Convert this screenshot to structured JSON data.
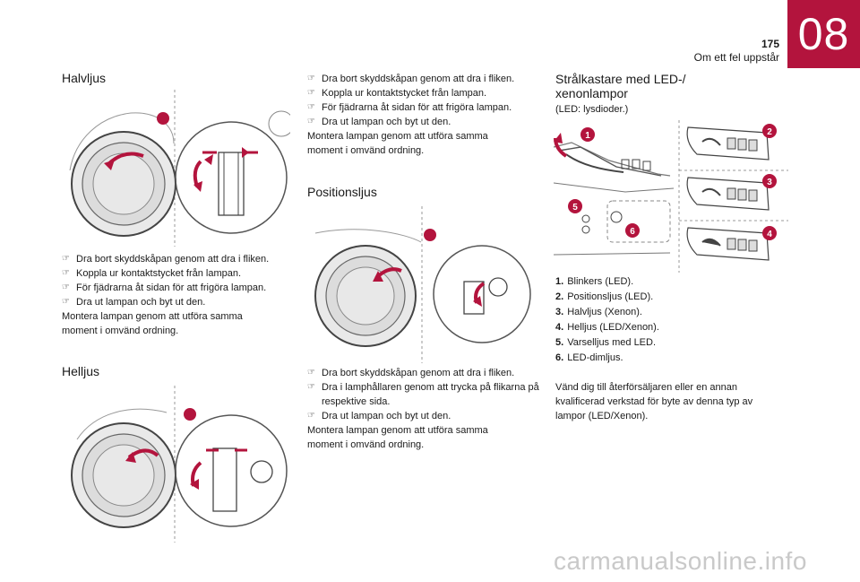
{
  "header": {
    "page_number": "175",
    "chapter_title": "Om ett fel uppstår",
    "chapter_number": "08"
  },
  "halvljus": {
    "title": "Halvljus",
    "steps": [
      "Dra bort skyddskåpan genom att dra i fliken.",
      "Koppla ur kontaktstycket från lampan.",
      "För fjädrarna åt sidan för att frigöra lampan.",
      "Dra ut lampan och byt ut den."
    ],
    "note_line1": "Montera lampan genom att utföra samma",
    "note_line2": "moment i omvänd ordning."
  },
  "helljus": {
    "title": "Helljus",
    "steps": [
      "Dra bort skyddskåpan genom att dra i fliken.",
      "Koppla ur kontaktstycket från lampan.",
      "För fjädrarna åt sidan för att frigöra lampan.",
      "Dra ut lampan och byt ut den."
    ],
    "note_line1": "Montera lampan genom att utföra samma",
    "note_line2": "moment i omvänd ordning."
  },
  "positionsljus": {
    "title": "Positionsljus",
    "steps": [
      "Dra bort skyddskåpan genom att dra i fliken.",
      "Dra i lamphållaren genom att trycka på flikarna på respektive sida.",
      "Dra ut lampan och byt ut den."
    ],
    "note_line1": "Montera lampan genom att utföra samma",
    "note_line2": "moment i omvänd ordning."
  },
  "led": {
    "title_line1": "Strålkastare med LED-/",
    "title_line2": "xenonlampor",
    "subtitle": "(LED: lysdioder.)",
    "legend": [
      {
        "num": "1.",
        "text": "Blinkers (LED)."
      },
      {
        "num": "2.",
        "text": "Positionsljus (LED)."
      },
      {
        "num": "3.",
        "text": "Halvljus (Xenon)."
      },
      {
        "num": "4.",
        "text": "Helljus (LED/Xenon)."
      },
      {
        "num": "5.",
        "text": "Varselljus med LED."
      },
      {
        "num": "6.",
        "text": "LED-dimljus."
      }
    ],
    "markers": [
      "1",
      "2",
      "3",
      "4",
      "5",
      "6"
    ],
    "advice_line1": "Vänd dig till återförsäljaren eller en annan",
    "advice_line2": "kvalificerad verkstad för byte av denna typ av",
    "advice_line3": "lampor (LED/Xenon)."
  },
  "watermark": "carmanualsonline.info",
  "colors": {
    "accent": "#b3143d",
    "line": "#6b6b6b"
  }
}
